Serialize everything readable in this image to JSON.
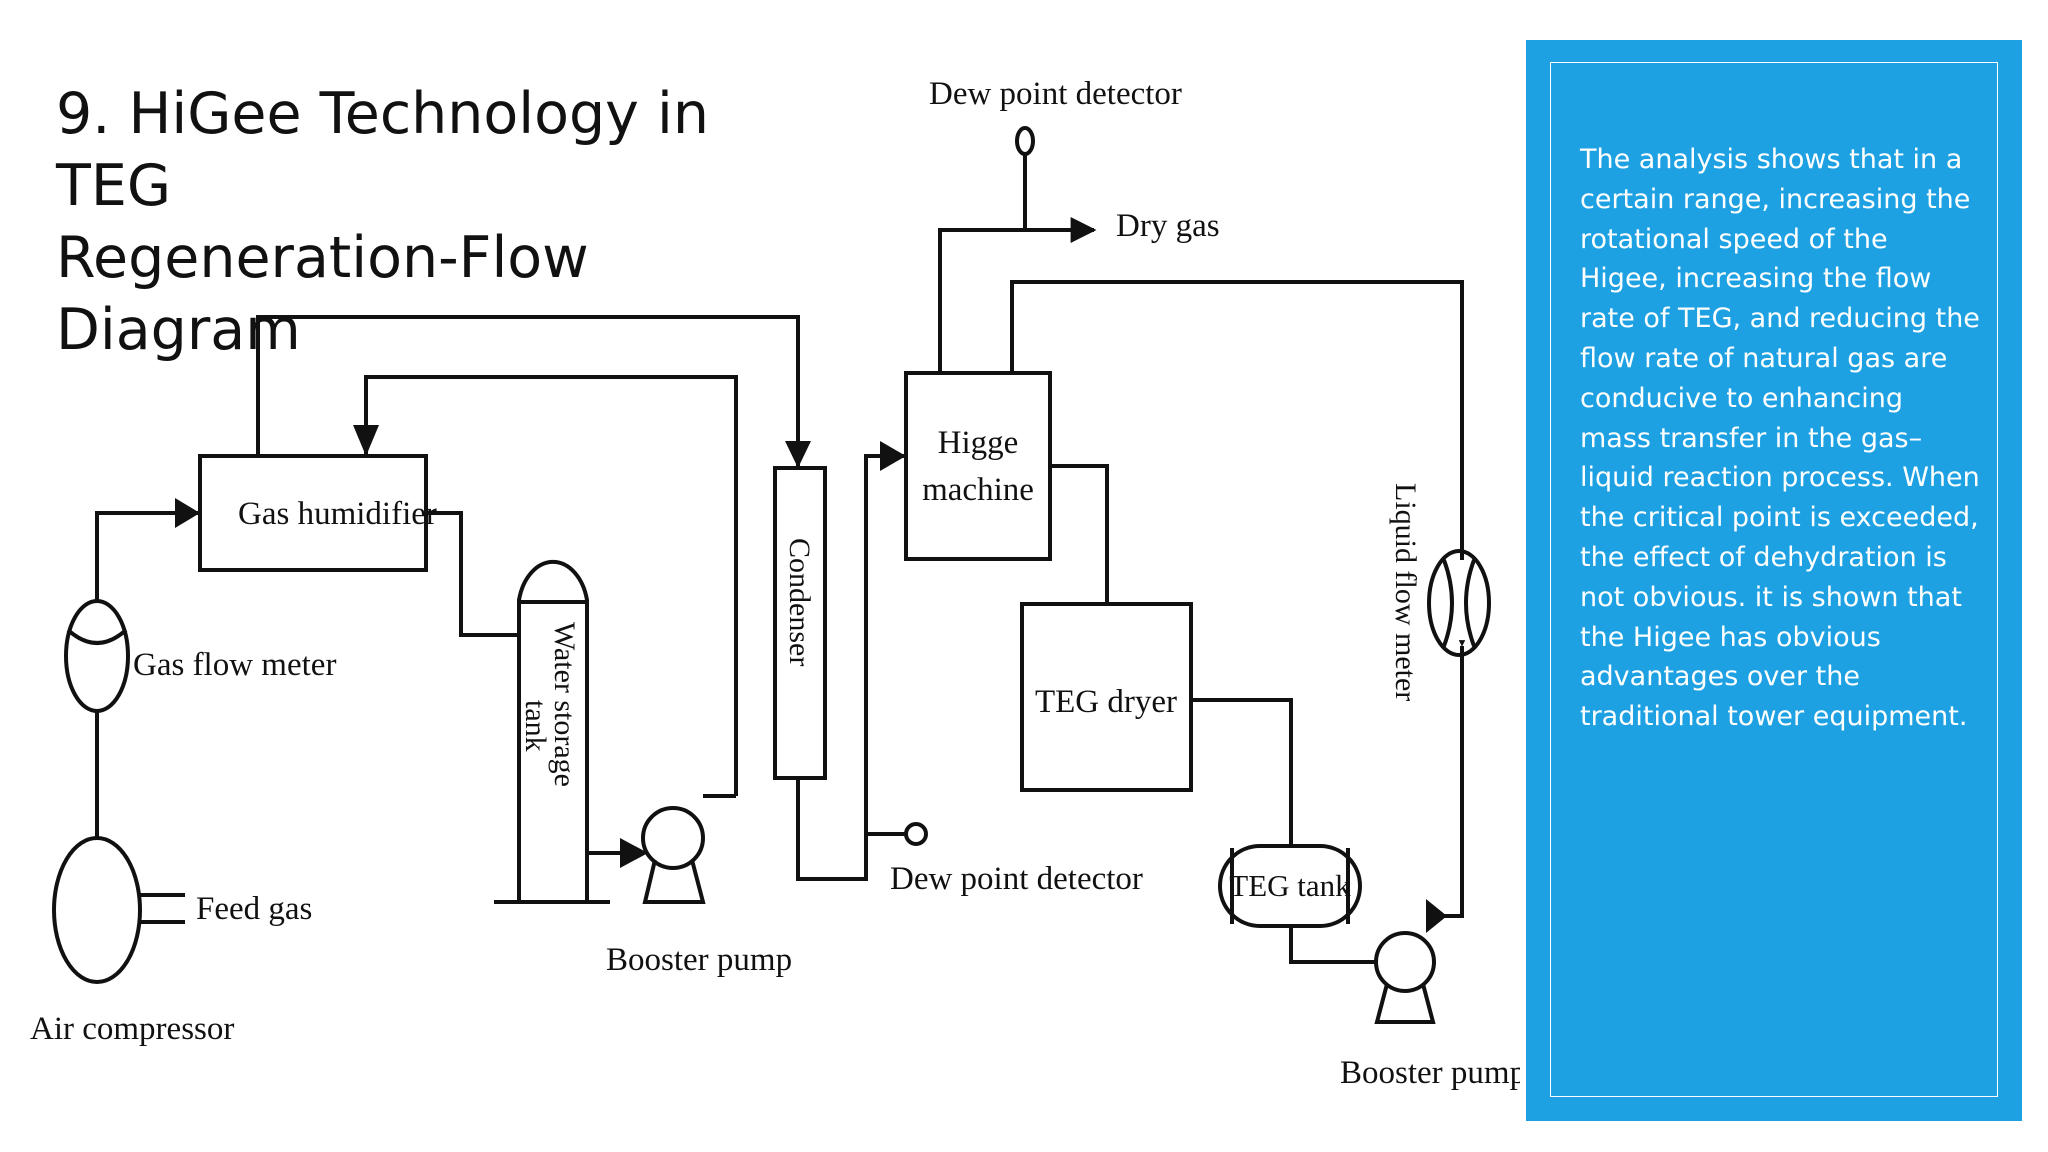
{
  "slide": {
    "title_line1": "9. HiGee Technology in TEG",
    "title_line2": "Regeneration-Flow Diagram"
  },
  "diagram": {
    "labels": {
      "dew_point_detector_top": "Dew point detector",
      "dry_gas": "Dry gas",
      "gas_humidifier": "Gas humidifier",
      "gas_flow_meter": "Gas flow meter",
      "feed_gas": "Feed gas",
      "air_compressor": "Air compressor",
      "water_storage_tank": "Water storage",
      "water_storage_tank_2": "tank",
      "booster_pump_left": "Booster pump",
      "condenser": "Condenser",
      "dew_point_detector_bottom": "Dew point detector",
      "higge_machine_1": "Higge",
      "higge_machine_2": "machine",
      "teg_dryer": "TEG dryer",
      "teg_tank": "TEG tank",
      "liquid_flow_meter": "Liquid flow meter",
      "booster_pump_right": "Booster pump"
    }
  },
  "side_panel": {
    "colors": {
      "background": "#1ea1e3",
      "text": "#ffffff"
    },
    "text": "The analysis shows that in a certain range, increasing the rotational speed of the Higee, increasing the flow rate of TEG, and reducing the flow rate of natural gas are conducive to enhancing mass transfer in the gas–liquid reaction process. When the critical point is exceeded, the effect of dehydration is not obvious. it is shown that the Higee has obvious advantages over the traditional tower equipment."
  }
}
